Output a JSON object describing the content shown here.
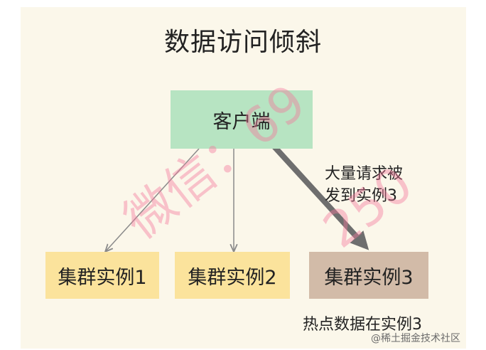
{
  "title": "数据访问倾斜",
  "nodes": {
    "client": {
      "label": "客户端",
      "color": "#b7e4c2"
    },
    "instance1": {
      "label": "集群实例1",
      "color": "#fbe39c"
    },
    "instance2": {
      "label": "集群实例2",
      "color": "#fbe39c"
    },
    "instance3": {
      "label": "集群实例3",
      "color": "#d2bba8"
    }
  },
  "edges": [
    {
      "from": "client",
      "to": "instance1",
      "style": "thin"
    },
    {
      "from": "client",
      "to": "instance2",
      "style": "thin"
    },
    {
      "from": "client",
      "to": "instance3",
      "style": "thick"
    }
  ],
  "arrow_label": {
    "line1": "大量请求被",
    "line2": "发到实例3"
  },
  "hotspot_note": "热点数据在实例3",
  "watermark": {
    "text": "微信：69",
    "text2": "250",
    "color": "#f4789b"
  },
  "credit": "@稀土掘金技术社区",
  "colors": {
    "panel_bg": "#fbf7ea",
    "thin_arrow": "#8a8a8a",
    "thick_arrow": "#6e6e6e"
  }
}
